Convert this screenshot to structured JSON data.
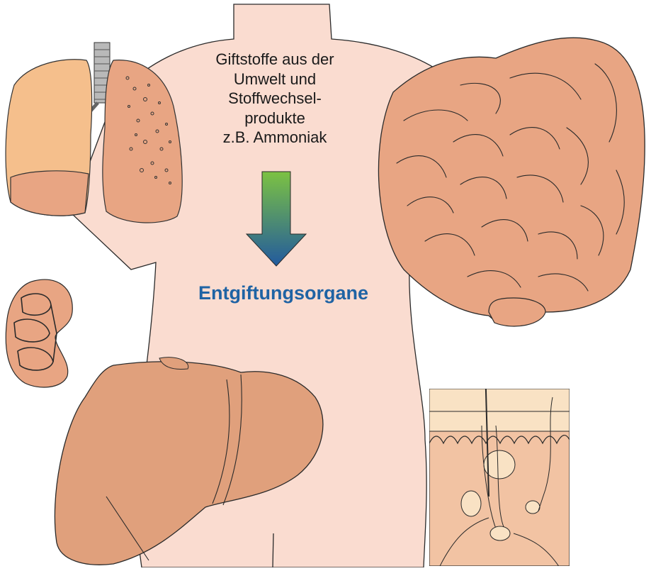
{
  "intro": {
    "lines": [
      "Giftstoffe aus der",
      "Umwelt und",
      "Stoffwechsel-",
      "produkte",
      "z.B. Ammoniak"
    ]
  },
  "title": "Entgiftungsorgane",
  "colors": {
    "skin": "#fadcd0",
    "organ": "#e8a583",
    "liver": "#e0a07c",
    "lung_left": "#f5bf8c",
    "skin_layer": "#f9e2c4",
    "title_blue": "#1f63a4",
    "arrow_top": "#7cc242",
    "arrow_bottom": "#225a9e"
  }
}
